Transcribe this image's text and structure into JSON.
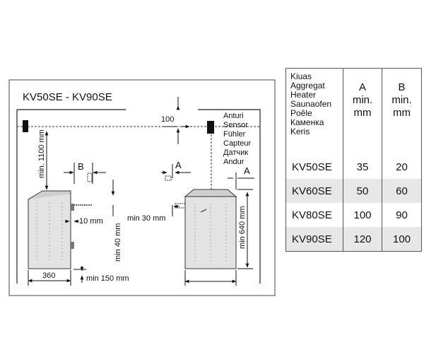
{
  "diagram": {
    "title": "KV50SE - KV90SE",
    "sensor_labels": [
      "Anturi",
      "Sensor",
      "Fühler",
      "Capteur",
      "Датчик",
      "Andur"
    ],
    "dimensions": {
      "d100": "100",
      "d1100": "min. 1100 mm",
      "label_b": "B",
      "label_a_left": "A",
      "label_a_right": "A",
      "d10": "10 mm",
      "d30": "min 30 mm",
      "d40": "min 40 mm",
      "d640": "min 640 mm",
      "d360": "360",
      "d150": "min 150 mm"
    }
  },
  "table": {
    "header_lines": [
      "Kiuas",
      "Aggregat",
      "Heater",
      "Saunaofen",
      "Poêle",
      "Каменка",
      "Keris"
    ],
    "col_a": [
      "A",
      "min.",
      "mm"
    ],
    "col_b": [
      "B",
      "min.",
      "mm"
    ],
    "rows": [
      {
        "model": "KV50SE",
        "a": "35",
        "b": "20"
      },
      {
        "model": "KV60SE",
        "a": "50",
        "b": "60"
      },
      {
        "model": "KV80SE",
        "a": "100",
        "b": "90"
      },
      {
        "model": "KV90SE",
        "a": "120",
        "b": "100"
      }
    ]
  }
}
